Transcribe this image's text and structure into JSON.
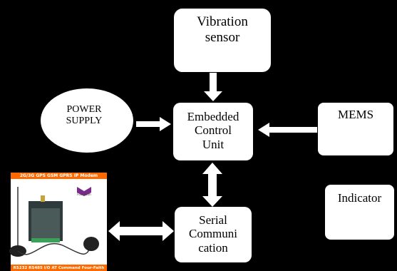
{
  "diagram": {
    "nodes": {
      "vibration": {
        "line1": "Vibration",
        "line2": "sensor"
      },
      "power": {
        "line1": "POWER",
        "line2": "SUPPLY"
      },
      "ecu": {
        "line1": "Embedded",
        "line2": "Control",
        "line3": "Unit"
      },
      "mems": {
        "line1": "MEMS"
      },
      "serial": {
        "line1": "Serial",
        "line2": "Communi",
        "line3": "cation"
      },
      "indicator": {
        "line1": "Indicator"
      }
    },
    "product_image": {
      "top_banner": "2G/3G GPS GSM GPRS IP Modem",
      "bottom_banner": "RS232 RS485 I/O  AT Command Four-Faith",
      "brand": "Four-Faith"
    }
  },
  "colors": {
    "background": "#000000",
    "box_fill": "#ffffff",
    "arrow_fill": "#ffffff",
    "banner": "#ff6a00"
  }
}
